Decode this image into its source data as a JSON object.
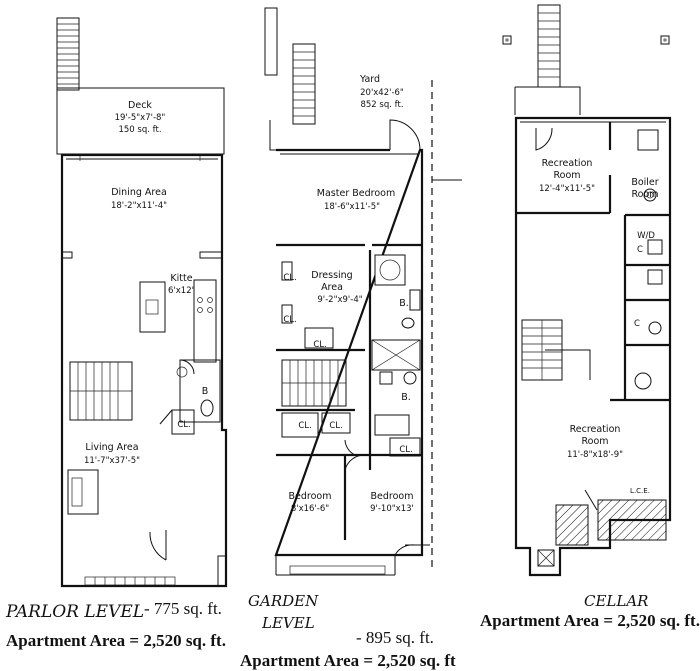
{
  "parlor": {
    "deck": {
      "name": "Deck",
      "dims": "19'-5\"x7'-8\"",
      "area": "150 sq. ft."
    },
    "dining": {
      "name": "Dining Area",
      "dims": "18'-2\"x11'-4\""
    },
    "kitchen": {
      "name": "Kitte.",
      "dims": "6'x12'"
    },
    "living": {
      "name": "Living Area",
      "dims": "11'-7\"x37'-5\""
    },
    "closet": "CL.",
    "bath": "B",
    "level_label": "PARLOR LEVEL",
    "level_area": "- 775 sq. ft.",
    "apartment_area": "Apartment Area = 2,520 sq. ft."
  },
  "garden": {
    "yard": {
      "name": "Yard",
      "dims": "20'x42'-6\"",
      "area": "852 sq. ft."
    },
    "master": {
      "name": "Master Bedroom",
      "dims": "18'-6\"x11'-5\""
    },
    "dressing": {
      "name": "Dressing",
      "name2": "Area",
      "dims": "9'-2\"x9'-4\""
    },
    "closet1": "CL.",
    "closet2": "CL.",
    "closet3": "CL.",
    "closet4": "CL.",
    "closet5": "CL.",
    "closet6": "CL.",
    "bath1": "B.",
    "bath2": "B.",
    "bedroom1": {
      "name": "Bedroom",
      "dims": "8'x16'-6\""
    },
    "bedroom2": {
      "name": "Bedroom",
      "dims": "9'-10\"x13'"
    },
    "level_label_1": "GARDEN",
    "level_label_2": "LEVEL",
    "level_area": "- 895 sq. ft.",
    "apartment_area": "Apartment Area = 2,520 sq. ft"
  },
  "cellar": {
    "rec1": {
      "name": "Recreation",
      "name2": "Room",
      "dims": "12'-4\"x11'-5\""
    },
    "boiler": {
      "name": "Boiler",
      "name2": "Room"
    },
    "wd": "W/D",
    "closet1": "C",
    "closet2": "C",
    "rec2": {
      "name": "Recreation",
      "name2": "Room",
      "dims": "11'-8\"x18'-9\""
    },
    "lce": "L.C.E.",
    "level_label": "CELLAR",
    "apartment_area": "Apartment Area = 2,520 sq. ft."
  }
}
